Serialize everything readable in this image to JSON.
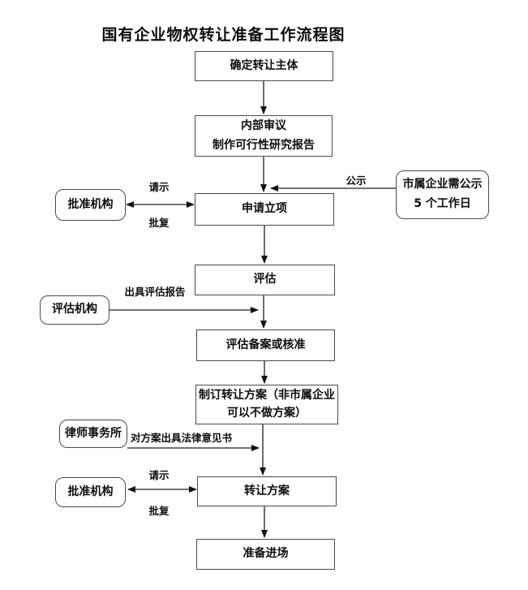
{
  "title": "国有企业物权转让准备工作流程图",
  "nodes": {
    "determine_subject": {
      "label": "确定转让主体"
    },
    "internal_review": {
      "line1": "内部审议",
      "line2": "制作可行性研究报告"
    },
    "apply_project": {
      "label": "申请立项"
    },
    "evaluation": {
      "label": "评估"
    },
    "evaluation_filing": {
      "label": "评估备案或核准"
    },
    "draft_plan": {
      "line1": "制订转让方案（非市属企业",
      "line2": "可以不做方案）"
    },
    "transfer_plan": {
      "label": "转让方案"
    },
    "prepare_entry": {
      "label": "准备进场"
    }
  },
  "side_nodes": {
    "approval_agency_1": {
      "label": "批准机构"
    },
    "public_notice": {
      "line1": "市属企业需公示",
      "line2": "5 个工作日"
    },
    "evaluation_agency": {
      "label": "评估机构"
    },
    "law_firm": {
      "label": "律师事务所"
    },
    "approval_agency_2": {
      "label": "批准机构"
    }
  },
  "edge_labels": {
    "request_1": "请示",
    "reply_1": "批复",
    "public_notice": "公示",
    "evaluation_report": "出具评估报告",
    "legal_opinion": "对方案出具法律意见书",
    "request_2": "请示",
    "reply_2": "批复"
  },
  "colors": {
    "background": "#ffffff",
    "box_border": "#4a4a4a",
    "line": "#1f1f1f",
    "text": "#0d0d0d"
  }
}
